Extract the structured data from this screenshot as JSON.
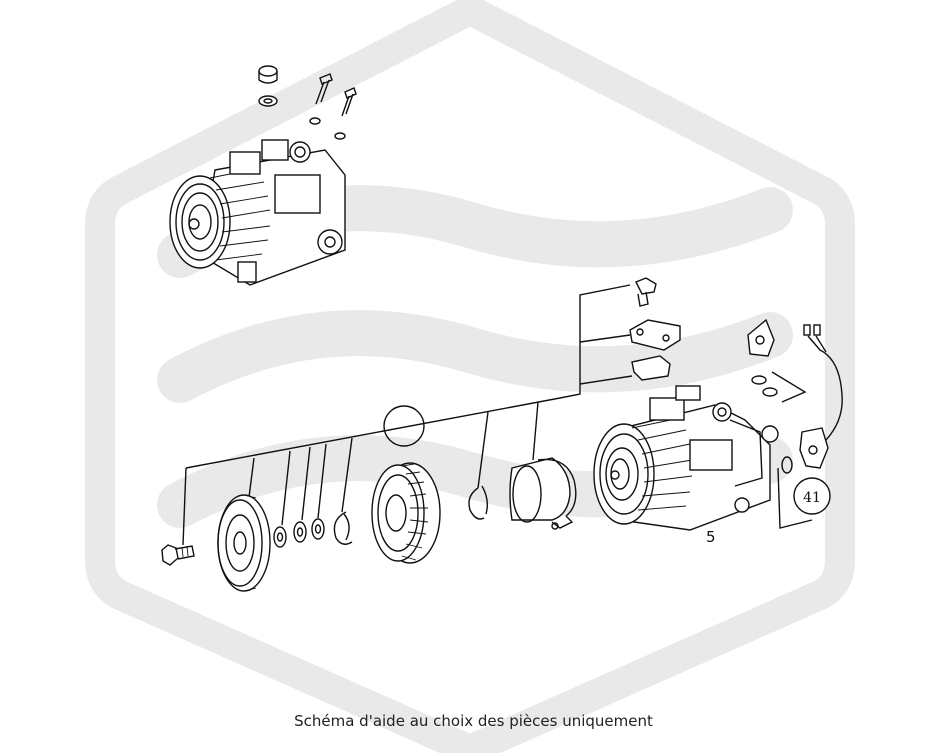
{
  "diagram": {
    "callouts": {
      "part_5": "5",
      "part_41": "41"
    },
    "caption": "Schéma d'aide au choix des pièces uniquement"
  }
}
